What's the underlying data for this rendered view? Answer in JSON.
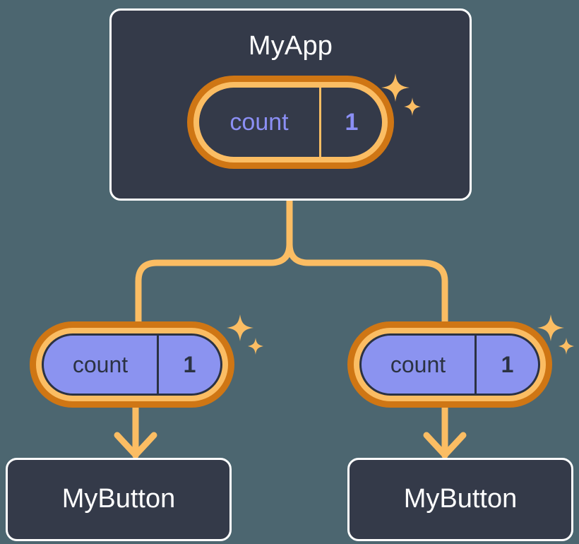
{
  "diagram": {
    "background_color": "#4c6670",
    "accent_color": "#fbbd63",
    "accent_dark_color": "#cf7614",
    "node_fill_color": "#343a49",
    "node_border_color": "#ffffff",
    "state_fill_color": "#8b93f0",
    "state_text_color": "#8b8ff5",
    "root": {
      "title": "MyApp",
      "state": {
        "key": "count",
        "value": "1"
      }
    },
    "children": [
      {
        "title": "MyButton",
        "state": {
          "key": "count",
          "value": "1"
        }
      },
      {
        "title": "MyButton",
        "state": {
          "key": "count",
          "value": "1"
        }
      }
    ],
    "sparkle_icon": "sparkle-icon",
    "arrow_icon": "arrow-down-icon",
    "connector_icon": "branch-connector"
  }
}
